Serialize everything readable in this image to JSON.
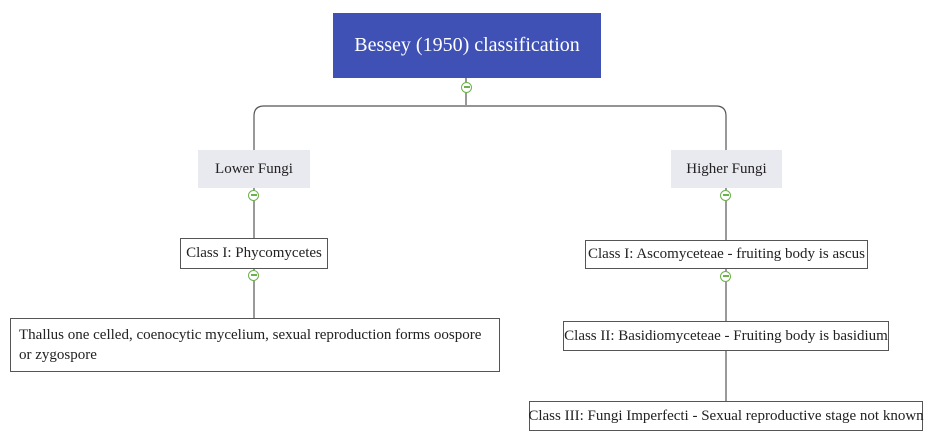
{
  "diagram": {
    "root": {
      "label": "Bessey (1950) classification"
    },
    "branches": [
      {
        "label": "Lower Fungi",
        "children": [
          {
            "label": "Class I: Phycomycetes"
          },
          {
            "label": "Thallus one celled, coenocytic mycelium, sexual reproduction forms oospore or zygospore"
          }
        ]
      },
      {
        "label": "Higher Fungi",
        "children": [
          {
            "label": "Class I: Ascomyceteae - fruiting body is ascus"
          },
          {
            "label": "Class II: Basidiomyceteae - Fruiting body is basidium"
          },
          {
            "label": "Class III: Fungi Imperfecti - Sexual reproductive stage not known"
          }
        ]
      }
    ],
    "colors": {
      "root_fill": "#3f51b5",
      "root_text": "#ffffff",
      "branch_fill": "#e9e9f0",
      "connector": "#555555",
      "toggle": "#6bb24a"
    },
    "toggle_icon": "collapse-minus-icon"
  }
}
